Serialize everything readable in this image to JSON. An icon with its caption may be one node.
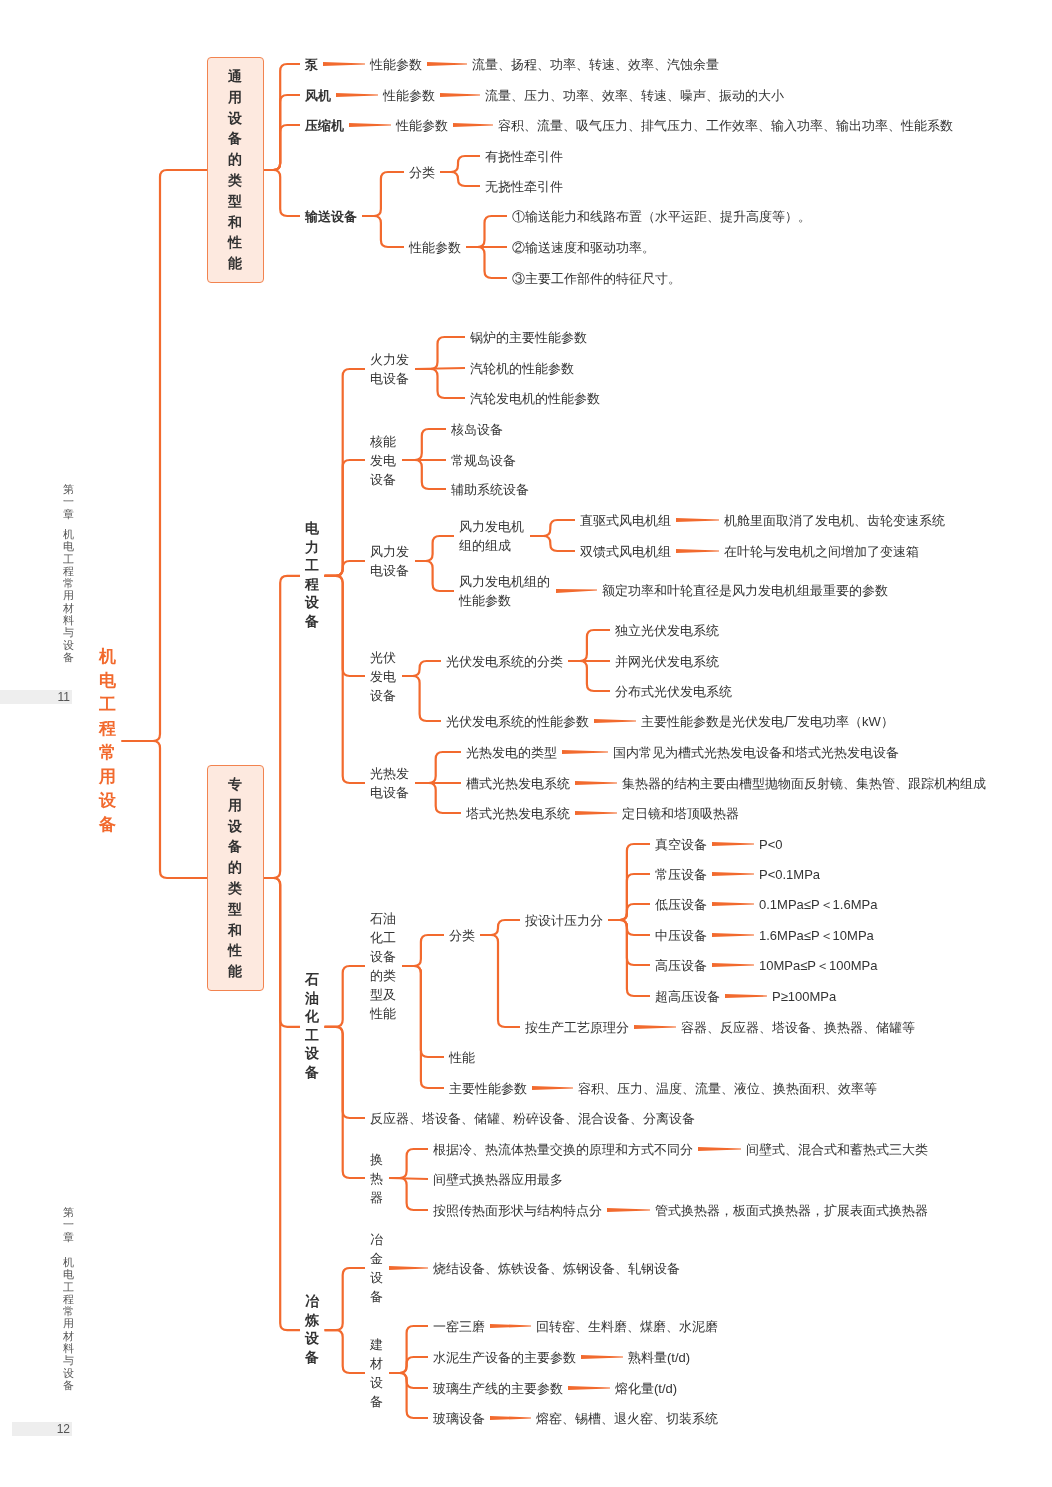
{
  "diagram": {
    "nodes": [
      {
        "text": [
          "机电工程常用设备"
        ]
      },
      {
        "text": [
          "通用设备的类型和性能"
        ]
      },
      {
        "text": [
          "泵"
        ]
      },
      {
        "text": [
          "性能参数"
        ]
      },
      {
        "text": [
          "流量、扬程、功率、转速、效率、汽蚀余量"
        ]
      },
      {
        "text": [
          "风机"
        ]
      },
      {
        "text": [
          "性能参数"
        ]
      },
      {
        "text": [
          "流量、压力、功率、效率、转速、噪声、振动的大小"
        ]
      },
      {
        "text": [
          "压缩机"
        ]
      },
      {
        "text": [
          "性能参数"
        ]
      },
      {
        "text": [
          "容积、流量、吸气压力、排气压力、工作效率、输入功率、输出功率、性能系数"
        ]
      },
      {
        "text": [
          "输送设备"
        ]
      },
      {
        "text": [
          "分类"
        ]
      },
      {
        "text": [
          "有挠性牵引件"
        ]
      },
      {
        "text": [
          "无挠性牵引件"
        ]
      },
      {
        "text": [
          "性能参数"
        ]
      },
      {
        "text": [
          "①输送能力和线路布置（水平运距、提升高度等）。"
        ]
      },
      {
        "text": [
          "②输送速度和驱动功率。"
        ]
      },
      {
        "text": [
          "③主要工作部件的特征尺寸。"
        ]
      },
      {
        "text": [
          "专用设备的类型和性能"
        ]
      },
      {
        "text": [
          "电力工程设备"
        ]
      },
      {
        "text": [
          "火力发电设备"
        ]
      },
      {
        "text": [
          "锅炉的主要性能参数"
        ]
      },
      {
        "text": [
          "汽轮机的性能参数"
        ]
      },
      {
        "text": [
          "汽轮发电机的性能参数"
        ]
      },
      {
        "text": [
          "核能发电设备"
        ]
      },
      {
        "text": [
          "核岛设备"
        ]
      },
      {
        "text": [
          "常规岛设备"
        ]
      },
      {
        "text": [
          "辅助系统设备"
        ]
      },
      {
        "text": [
          "风力发电设备"
        ]
      },
      {
        "text": [
          "风力发电机组的组成"
        ]
      },
      {
        "text": [
          "直驱式风电机组"
        ]
      },
      {
        "text": [
          "机舱里面取消了发电机、齿轮变速系统"
        ]
      },
      {
        "text": [
          "双馈式风电机组"
        ]
      },
      {
        "text": [
          "在叶轮与发电机之间增加了变速箱"
        ]
      },
      {
        "text": [
          "风力发电机组的性能参数"
        ]
      },
      {
        "text": [
          "额定功率和叶轮直径是风力发电机组最重要的参数"
        ]
      },
      {
        "text": [
          "光伏发电设备"
        ]
      },
      {
        "text": [
          "光伏发电系统的分类"
        ]
      },
      {
        "text": [
          "独立光伏发电系统"
        ]
      },
      {
        "text": [
          "并网光伏发电系统"
        ]
      },
      {
        "text": [
          "分布式光伏发电系统"
        ]
      },
      {
        "text": [
          "光伏发电系统的性能参数"
        ]
      },
      {
        "text": [
          "主要性能参数是光伏发电厂发电功率（kW）"
        ]
      },
      {
        "text": [
          "光热发电设备"
        ]
      },
      {
        "text": [
          "光热发电的类型"
        ]
      },
      {
        "text": [
          "国内常见为槽式光热发电设备和塔式光热发电设备"
        ]
      },
      {
        "text": [
          "槽式光热发电系统"
        ]
      },
      {
        "text": [
          "集热器的结构主要由槽型抛物面反射镜、集热管、跟踪机构组成"
        ]
      },
      {
        "text": [
          "塔式光热发电系统"
        ]
      },
      {
        "text": [
          "定日镜和塔顶吸热器"
        ]
      },
      {
        "text": [
          "石油化工设备"
        ]
      },
      {
        "text": [
          "石油化工设备的类型及性能"
        ]
      },
      {
        "text": [
          "分类"
        ]
      },
      {
        "text": [
          "按设计压力分"
        ]
      },
      {
        "text": [
          "真空设备"
        ]
      },
      {
        "text": [
          "P<0"
        ]
      },
      {
        "text": [
          "常压设备"
        ]
      },
      {
        "text": [
          "P<0.1MPa"
        ]
      },
      {
        "text": [
          "低压设备"
        ]
      },
      {
        "text": [
          "0.1MPa≤P＜1.6MPa"
        ]
      },
      {
        "text": [
          "中压设备"
        ]
      },
      {
        "text": [
          "1.6MPa≤P＜10MPa"
        ]
      },
      {
        "text": [
          "高压设备"
        ]
      },
      {
        "text": [
          "10MPa≤P＜100MPa"
        ]
      },
      {
        "text": [
          "超高压设备"
        ]
      },
      {
        "text": [
          "P≥100MPa"
        ]
      },
      {
        "text": [
          "按生产工艺原理分"
        ]
      },
      {
        "text": [
          "容器、反应器、塔设备、换热器、储罐等"
        ]
      },
      {
        "text": [
          "性能"
        ]
      },
      {
        "text": [
          "主要性能参数"
        ]
      },
      {
        "text": [
          "容积、压力、温度、流量、液位、换热面积、效率等"
        ]
      },
      {
        "text": [
          "反应器、塔设备、储罐、粉碎设备、混合设备、分离设备"
        ]
      },
      {
        "text": [
          "换热器"
        ]
      },
      {
        "text": [
          "根据冷、热流体热量交换的原理和方式不同分"
        ]
      },
      {
        "text": [
          "间壁式、混合式和蓄热式三大类"
        ]
      },
      {
        "text": [
          "间壁式换热器应用最多"
        ]
      },
      {
        "text": [
          "按照传热面形状与结构特点分"
        ]
      },
      {
        "text": [
          "管式换热器，板面式换热器，扩展表面式换热器"
        ]
      },
      {
        "text": [
          "冶炼设备"
        ]
      },
      {
        "text": [
          "冶金设备"
        ]
      },
      {
        "text": [
          "烧结设备、炼铁设备、炼钢设备、轧钢设备"
        ]
      },
      {
        "text": [
          "建材设备"
        ]
      },
      {
        "text": [
          "一窑三磨"
        ]
      },
      {
        "text": [
          "回转窑、生料磨、煤磨、水泥磨"
        ]
      },
      {
        "text": [
          "水泥生产设备的主要参数"
        ]
      },
      {
        "text": [
          "熟料量(t/d)"
        ]
      },
      {
        "text": [
          "玻璃生产线的主要参数"
        ]
      },
      {
        "text": [
          "熔化量(t/d)"
        ]
      },
      {
        "text": [
          "玻璃设备"
        ]
      },
      {
        "text": [
          "熔窑、锡槽、退火窑、切装系统"
        ]
      }
    ],
    "edges": [
      {
        "from": 0,
        "to": 1,
        "arrow": "none"
      },
      {
        "from": 0,
        "to": 19,
        "arrow": "none"
      },
      {
        "from": 1,
        "to": 2,
        "arrow": "none"
      },
      {
        "from": 1,
        "to": 5,
        "arrow": "none"
      },
      {
        "from": 1,
        "to": 8,
        "arrow": "none"
      },
      {
        "from": 1,
        "to": 11,
        "arrow": "none"
      },
      {
        "from": 2,
        "to": 3,
        "arrow": "none"
      },
      {
        "from": 3,
        "to": 4,
        "arrow": "none"
      },
      {
        "from": 5,
        "to": 6,
        "arrow": "none"
      },
      {
        "from": 6,
        "to": 7,
        "arrow": "none"
      },
      {
        "from": 8,
        "to": 9,
        "arrow": "none"
      },
      {
        "from": 9,
        "to": 10,
        "arrow": "none"
      },
      {
        "from": 11,
        "to": 12,
        "arrow": "none"
      },
      {
        "from": 11,
        "to": 15,
        "arrow": "none"
      },
      {
        "from": 12,
        "to": 13,
        "arrow": "none"
      },
      {
        "from": 12,
        "to": 14,
        "arrow": "none"
      },
      {
        "from": 15,
        "to": 16,
        "arrow": "none"
      },
      {
        "from": 15,
        "to": 17,
        "arrow": "none"
      },
      {
        "from": 15,
        "to": 18,
        "arrow": "none"
      },
      {
        "from": 19,
        "to": 20,
        "arrow": "none"
      },
      {
        "from": 19,
        "to": 51,
        "arrow": "none"
      },
      {
        "from": 19,
        "to": 79,
        "arrow": "none"
      },
      {
        "from": 20,
        "to": 21,
        "arrow": "none"
      },
      {
        "from": 20,
        "to": 25,
        "arrow": "none"
      },
      {
        "from": 20,
        "to": 29,
        "arrow": "none"
      },
      {
        "from": 20,
        "to": 37,
        "arrow": "none"
      },
      {
        "from": 20,
        "to": 44,
        "arrow": "none"
      },
      {
        "from": 21,
        "to": 22,
        "arrow": "none"
      },
      {
        "from": 21,
        "to": 23,
        "arrow": "none"
      },
      {
        "from": 21,
        "to": 24,
        "arrow": "none"
      },
      {
        "from": 25,
        "to": 26,
        "arrow": "none"
      },
      {
        "from": 25,
        "to": 27,
        "arrow": "none"
      },
      {
        "from": 25,
        "to": 28,
        "arrow": "none"
      },
      {
        "from": 29,
        "to": 30,
        "arrow": "none"
      },
      {
        "from": 29,
        "to": 35,
        "arrow": "none"
      },
      {
        "from": 30,
        "to": 31,
        "arrow": "none"
      },
      {
        "from": 30,
        "to": 33,
        "arrow": "none"
      },
      {
        "from": 31,
        "to": 32,
        "arrow": "none"
      },
      {
        "from": 33,
        "to": 34,
        "arrow": "none"
      },
      {
        "from": 35,
        "to": 36,
        "arrow": "none"
      },
      {
        "from": 37,
        "to": 38,
        "arrow": "none"
      },
      {
        "from": 37,
        "to": 42,
        "arrow": "none"
      },
      {
        "from": 38,
        "to": 39,
        "arrow": "none"
      },
      {
        "from": 38,
        "to": 40,
        "arrow": "none"
      },
      {
        "from": 38,
        "to": 41,
        "arrow": "none"
      },
      {
        "from": 42,
        "to": 43,
        "arrow": "none"
      },
      {
        "from": 44,
        "to": 45,
        "arrow": "none"
      },
      {
        "from": 44,
        "to": 47,
        "arrow": "none"
      },
      {
        "from": 44,
        "to": 49,
        "arrow": "none"
      },
      {
        "from": 45,
        "to": 46,
        "arrow": "none"
      },
      {
        "from": 47,
        "to": 48,
        "arrow": "none"
      },
      {
        "from": 49,
        "to": 50,
        "arrow": "none"
      },
      {
        "from": 51,
        "to": 52,
        "arrow": "none"
      },
      {
        "from": 51,
        "to": 72,
        "arrow": "none"
      },
      {
        "from": 51,
        "to": 73,
        "arrow": "none"
      },
      {
        "from": 52,
        "to": 53,
        "arrow": "none"
      },
      {
        "from": 52,
        "to": 69,
        "arrow": "none"
      },
      {
        "from": 52,
        "to": 70,
        "arrow": "none"
      },
      {
        "from": 53,
        "to": 54,
        "arrow": "none"
      },
      {
        "from": 53,
        "to": 67,
        "arrow": "none"
      },
      {
        "from": 54,
        "to": 55,
        "arrow": "none"
      },
      {
        "from": 54,
        "to": 57,
        "arrow": "none"
      },
      {
        "from": 54,
        "to": 59,
        "arrow": "none"
      },
      {
        "from": 54,
        "to": 61,
        "arrow": "none"
      },
      {
        "from": 54,
        "to": 63,
        "arrow": "none"
      },
      {
        "from": 54,
        "to": 65,
        "arrow": "none"
      },
      {
        "from": 55,
        "to": 56,
        "arrow": "none"
      },
      {
        "from": 57,
        "to": 58,
        "arrow": "none"
      },
      {
        "from": 59,
        "to": 60,
        "arrow": "none"
      },
      {
        "from": 61,
        "to": 62,
        "arrow": "none"
      },
      {
        "from": 63,
        "to": 64,
        "arrow": "none"
      },
      {
        "from": 65,
        "to": 66,
        "arrow": "none"
      },
      {
        "from": 67,
        "to": 68,
        "arrow": "none"
      },
      {
        "from": 70,
        "to": 71,
        "arrow": "none"
      },
      {
        "from": 73,
        "to": 74,
        "arrow": "none"
      },
      {
        "from": 73,
        "to": 76,
        "arrow": "none"
      },
      {
        "from": 73,
        "to": 77,
        "arrow": "none"
      },
      {
        "from": 74,
        "to": 75,
        "arrow": "none"
      },
      {
        "from": 77,
        "to": 78,
        "arrow": "none"
      },
      {
        "from": 79,
        "to": 80,
        "arrow": "none"
      },
      {
        "from": 79,
        "to": 82,
        "arrow": "none"
      },
      {
        "from": 80,
        "to": 81,
        "arrow": "none"
      },
      {
        "from": 82,
        "to": 83,
        "arrow": "none"
      },
      {
        "from": 82,
        "to": 85,
        "arrow": "none"
      },
      {
        "from": 82,
        "to": 87,
        "arrow": "none"
      },
      {
        "from": 82,
        "to": 89,
        "arrow": "none"
      },
      {
        "from": 83,
        "to": 84,
        "arrow": "none"
      },
      {
        "from": 85,
        "to": 86,
        "arrow": "none"
      },
      {
        "from": 87,
        "to": 88,
        "arrow": "none"
      },
      {
        "from": 89,
        "to": 90,
        "arrow": "none"
      }
    ],
    "labels": [
      "第一章",
      "机电工程常用材料与设备",
      "11",
      "第一章",
      "机电工程常用材料与设备",
      "12"
    ]
  }
}
